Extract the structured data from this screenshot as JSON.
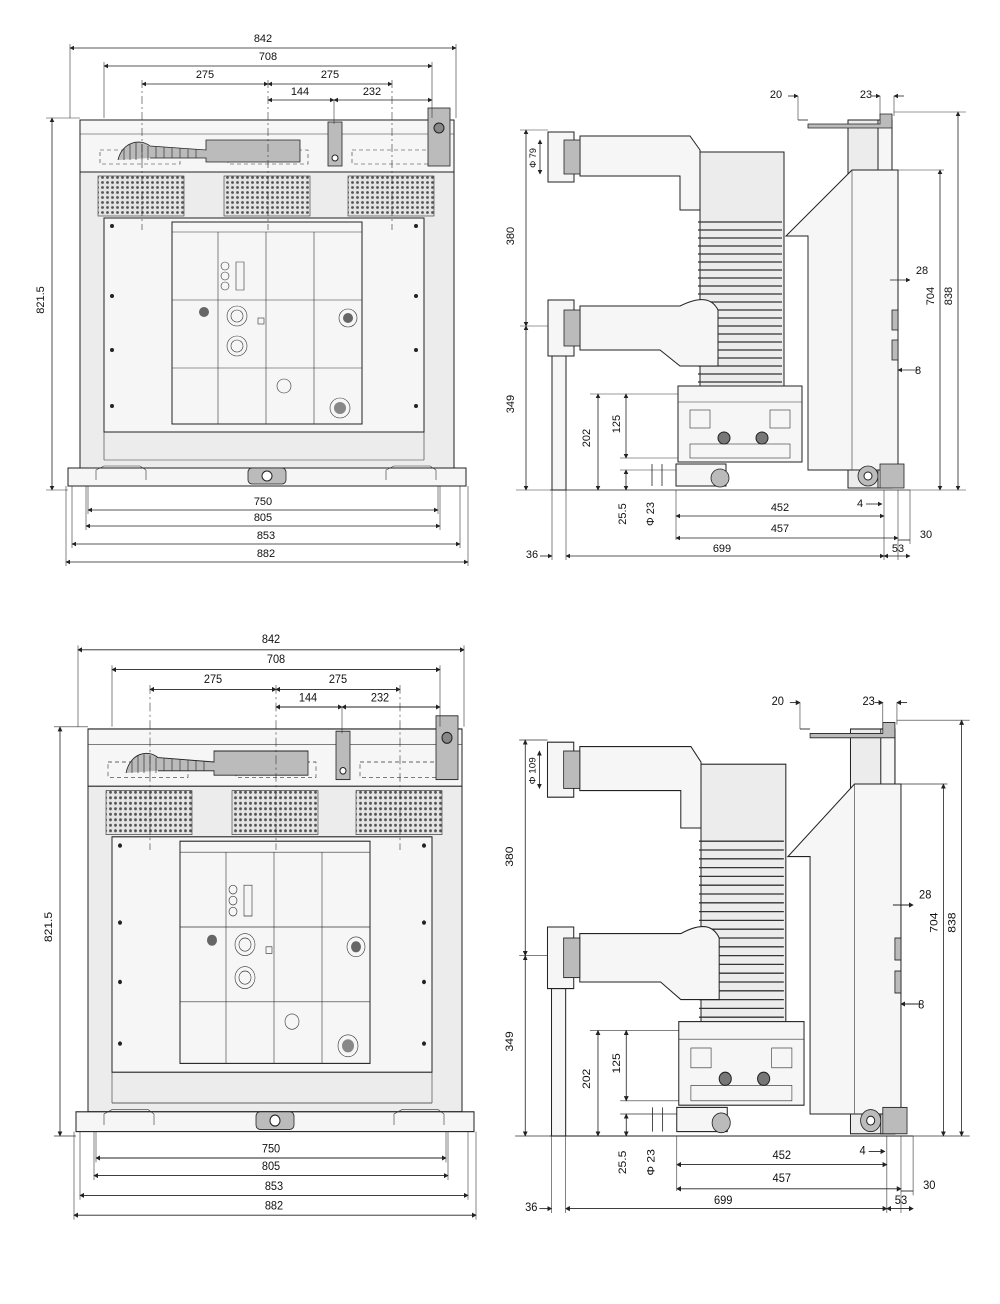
{
  "views": [
    {
      "id": "top-front",
      "dims": {
        "top_total": "842",
        "top_inner": "708",
        "pole_left": "275",
        "pole_right": "275",
        "offset_a": "144",
        "offset_b": "232",
        "height": "821.5",
        "base_1": "750",
        "base_2": "805",
        "base_3": "853",
        "base_4": "882"
      }
    },
    {
      "id": "top-side",
      "dims": {
        "top_20": "20",
        "top_23": "23",
        "terminal_dia": "Φ 79",
        "h380": "380",
        "h349": "349",
        "h202": "202",
        "h125": "125",
        "h25_5": "25.5",
        "dia23": "Φ 23",
        "r28": "28",
        "r704": "704",
        "r838": "838",
        "r8": "8",
        "b4": "4",
        "b452": "452",
        "b457": "457",
        "b30": "30",
        "b36": "36",
        "b699": "699",
        "b53": "53"
      }
    },
    {
      "id": "bottom-front",
      "dims": {
        "top_total": "842",
        "top_inner": "708",
        "pole_left": "275",
        "pole_right": "275",
        "offset_a": "144",
        "offset_b": "232",
        "height": "821.5",
        "base_1": "750",
        "base_2": "805",
        "base_3": "853",
        "base_4": "882"
      }
    },
    {
      "id": "bottom-side",
      "dims": {
        "top_20": "20",
        "top_23": "23",
        "terminal_dia": "Φ 109",
        "h380": "380",
        "h349": "349",
        "h202": "202",
        "h125": "125",
        "h25_5": "25.5",
        "dia23": "Φ 23",
        "r28": "28",
        "r704": "704",
        "r838": "838",
        "r8": "8",
        "b4": "4",
        "b452": "452",
        "b457": "457",
        "b30": "30",
        "b36": "36",
        "b699": "699",
        "b53": "53"
      }
    }
  ],
  "colors": {
    "line": "#222222",
    "body_fill": "#ececec",
    "panel_fill": "#f6f6f6"
  }
}
